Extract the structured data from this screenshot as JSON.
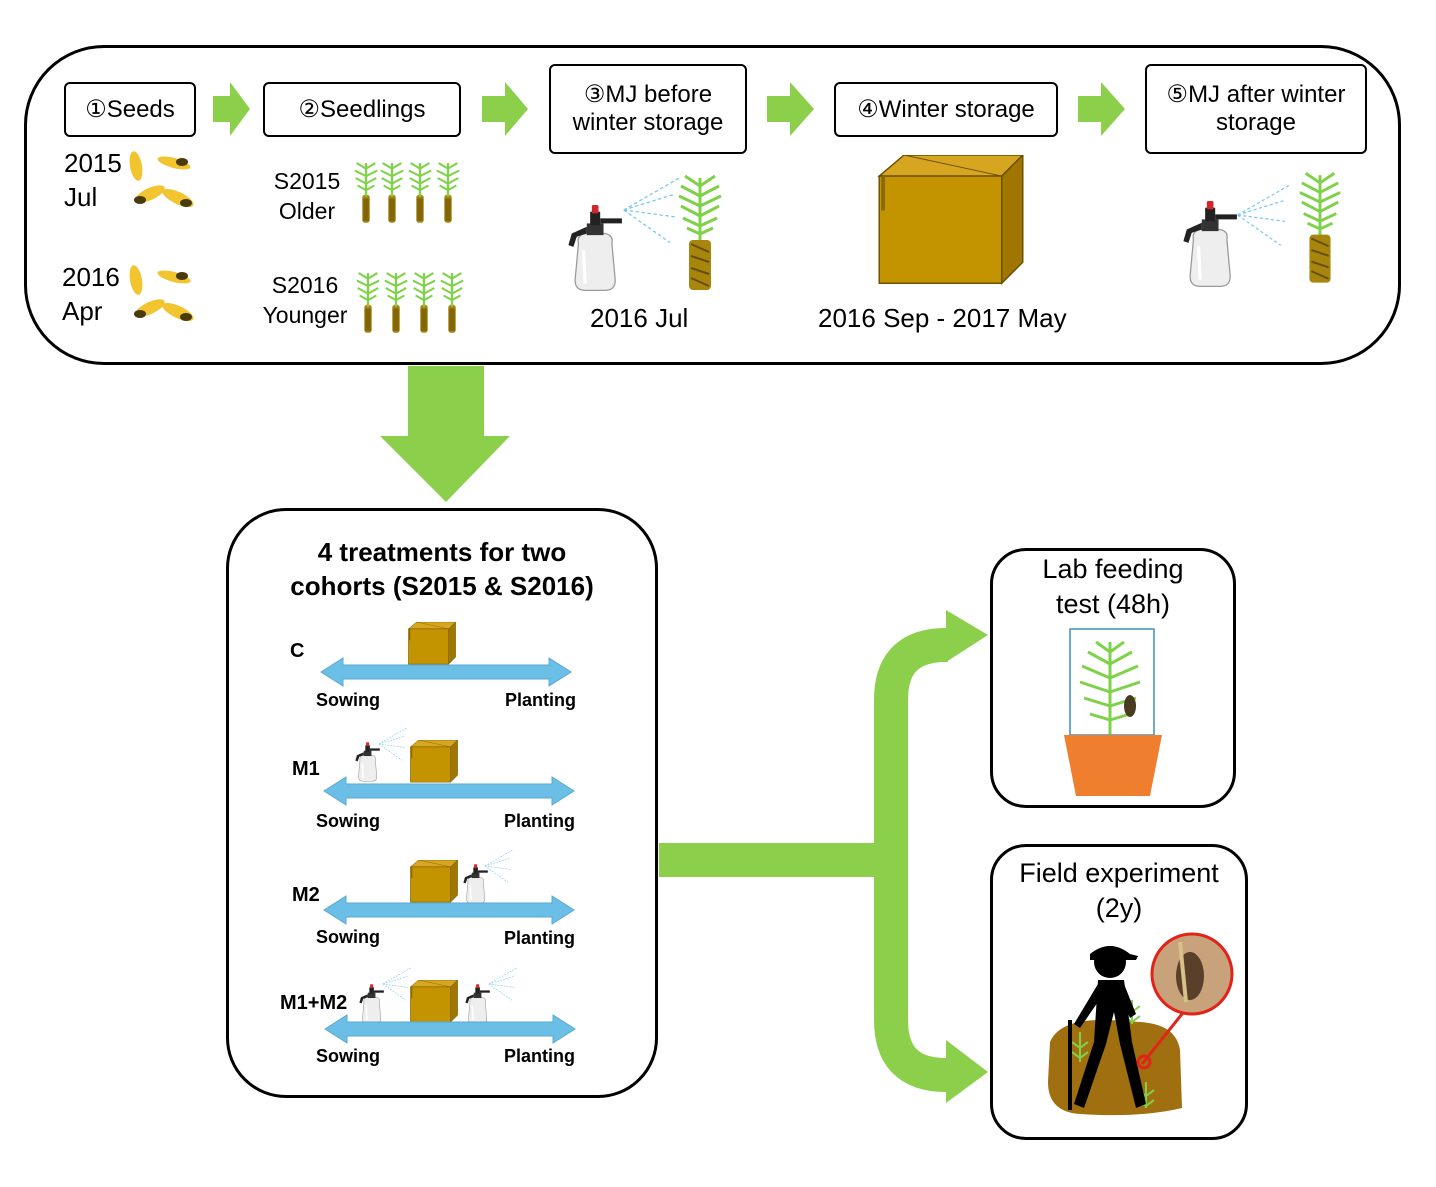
{
  "steps": [
    {
      "label": "①Seeds"
    },
    {
      "label": "②Seedlings"
    },
    {
      "label": "③MJ before\nwinter storage"
    },
    {
      "label": "④Winter storage"
    },
    {
      "label": "⑤MJ after winter\nstorage"
    }
  ],
  "seeds": {
    "batch1": "2015\nJul",
    "batch2": "2016\nApr"
  },
  "seedlings": {
    "older": "S2015\nOlder",
    "younger": "S2016\nYounger"
  },
  "mj_before_date": "2016 Jul",
  "storage_date": "2016 Sep - 2017 May",
  "treatments": {
    "title": "4 treatments for two\ncohorts (S2015 & S2016)",
    "sowing_label": "Sowing",
    "planting_label": "Planting",
    "items": [
      {
        "code": "C"
      },
      {
        "code": "M1"
      },
      {
        "code": "M2"
      },
      {
        "code": "M1+M2"
      }
    ]
  },
  "outcomes": {
    "lab": "Lab feeding\ntest (48h)",
    "field": "Field experiment\n(2y)"
  },
  "colors": {
    "arrow_green": "#8ccf4a",
    "box_gold": "#c09200",
    "timeline_blue": "#6bbfe6",
    "pot_orange": "#ef7f2f",
    "soil_brown": "#a07010",
    "plant_green": "#7fd14a"
  }
}
